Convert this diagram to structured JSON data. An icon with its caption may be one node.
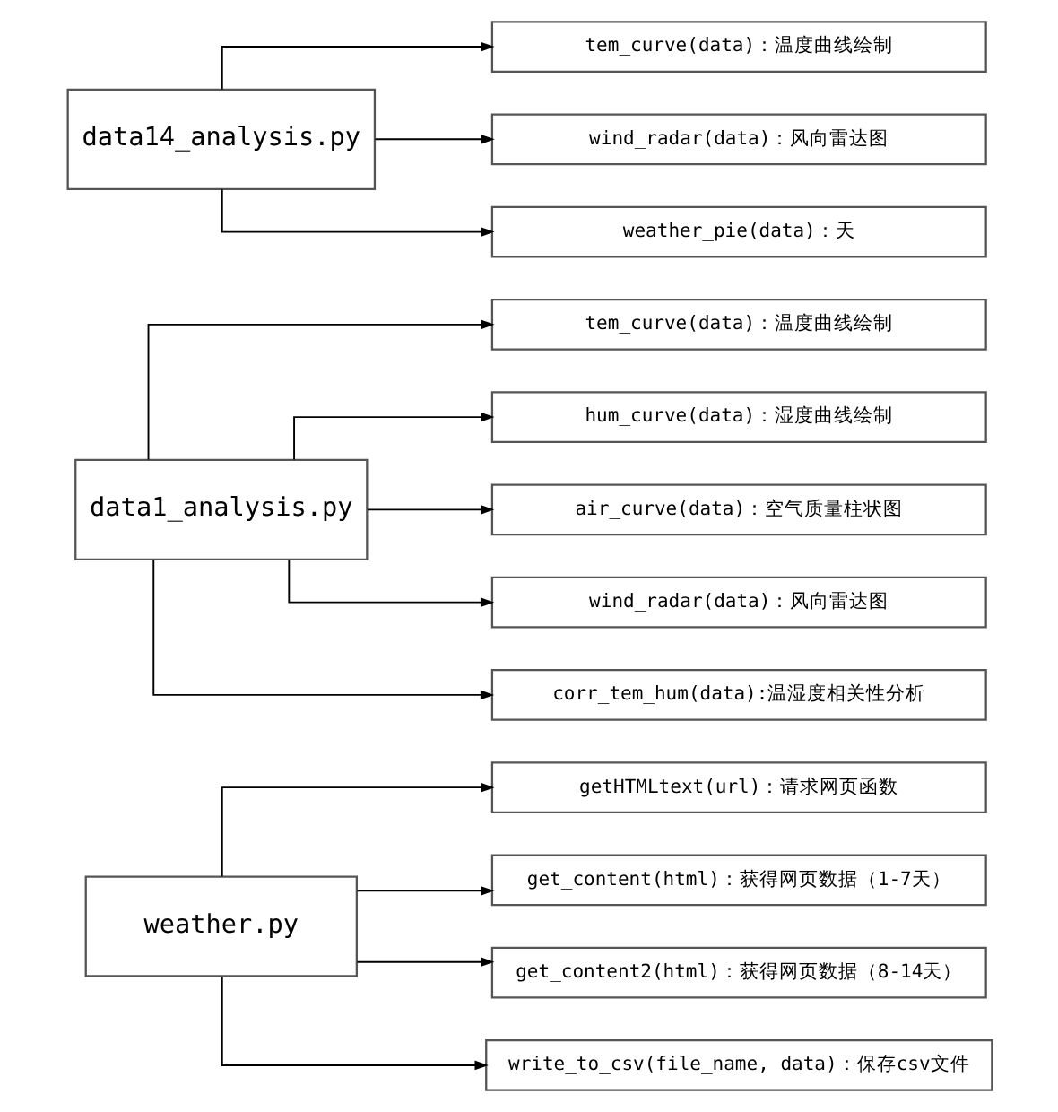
{
  "diagram": {
    "nodes": [
      {
        "text": [
          "weather.py"
        ]
      },
      {
        "text": [
          "getHTMLtext(url)：请求网页函数"
        ]
      },
      {
        "text": [
          "get_content(html)：获得网页数据（1-7天）"
        ]
      },
      {
        "text": [
          "get_content2(html)：获得网页数据（8-14天）"
        ]
      },
      {
        "text": [
          "write_to_csv(file_name, data)：保存csv文件"
        ]
      },
      {
        "text": [
          "data1_analysis.py"
        ]
      },
      {
        "text": [
          "tem_curve(data)：温度曲线绘制"
        ]
      },
      {
        "text": [
          "hum_curve(data)：湿度曲线绘制"
        ]
      },
      {
        "text": [
          "air_curve(data)：空气质量柱状图"
        ]
      },
      {
        "text": [
          "wind_radar(data)：风向雷达图"
        ]
      },
      {
        "text": [
          "corr_tem_hum(data):温湿度相关性分析"
        ]
      },
      {
        "text": [
          "data14_analysis.py"
        ]
      },
      {
        "text": [
          "tem_curve(data)：温度曲线绘制"
        ]
      },
      {
        "text": [
          "wind_radar(data)：风向雷达图"
        ]
      },
      {
        "text": [
          "weather_pie(data)：天"
        ]
      }
    ],
    "edges": [
      {
        "from": 0,
        "to": 1,
        "arrow": "to"
      },
      {
        "from": 0,
        "to": 2,
        "arrow": "to"
      },
      {
        "from": 0,
        "to": 3,
        "arrow": "to"
      },
      {
        "from": 0,
        "to": 4,
        "arrow": "to"
      },
      {
        "from": 5,
        "to": 6,
        "arrow": "to"
      },
      {
        "from": 5,
        "to": 7,
        "arrow": "to"
      },
      {
        "from": 5,
        "to": 8,
        "arrow": "to"
      },
      {
        "from": 5,
        "to": 9,
        "arrow": "to"
      },
      {
        "from": 5,
        "to": 10,
        "arrow": "to"
      },
      {
        "from": 11,
        "to": 12,
        "arrow": "to"
      },
      {
        "from": 11,
        "to": 13,
        "arrow": "to"
      },
      {
        "from": 11,
        "to": 14,
        "arrow": "to"
      }
    ]
  }
}
